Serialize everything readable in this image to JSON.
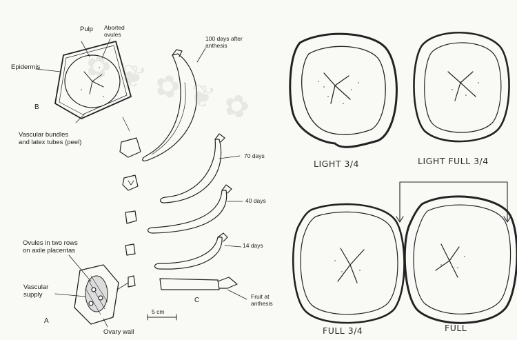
{
  "left_panel": {
    "labels": {
      "pulp": "Pulp",
      "aborted_ovules": "Aborted\novules",
      "epidermis": "Epidermis",
      "letter_b": "B",
      "vascular_bundles": "Vascular bundles\nand latex tubes (peel)",
      "days_100": "100 days after\nanthesis",
      "days_70": "70 days",
      "days_40": "40 days",
      "days_14": "14 days",
      "ovules_rows": "Ovules in two rows\non axile placentas",
      "vascular_supply": "Vascular\nsupply",
      "letter_a": "A",
      "scale": "5 cm",
      "letter_c": "C",
      "fruit_at_anthesis": "Fruit at\nanthesis",
      "ovary_wall": "Ovary wall"
    }
  },
  "right_panel": {
    "captions": {
      "light_34": "LIGHT 3/4",
      "light_full_34": "LIGHT FULL 3/4",
      "full_34": "FULL 3/4",
      "full": "FULL"
    }
  },
  "colors": {
    "line": "#222222",
    "background": "#f9f9f6",
    "watermark": "#b0b0b0"
  }
}
